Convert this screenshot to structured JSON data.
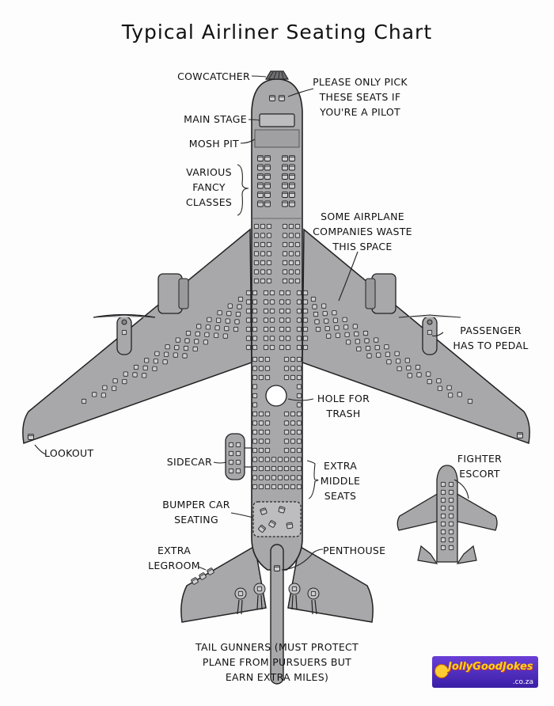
{
  "title": "Typical Airliner Seating Chart",
  "colors": {
    "fuselage": "#a8a8ab",
    "outline": "#222222",
    "seat": "#cfcfd2",
    "background": "#fdfdfd"
  },
  "labels": {
    "cowcatcher": "Cowcatcher",
    "pilot_seats": "Please only pick\nthese seats if\nyou're a pilot",
    "main_stage": "Main stage",
    "mosh_pit": "Mosh pit",
    "fancy_classes": "Various\nfancy\nclasses",
    "waste_space": "Some airplane\ncompanies waste\nthis space",
    "pedal": "Passenger\nhas to pedal",
    "lookout": "Lookout",
    "hole": "Hole for\ntrash",
    "sidecar": "Sidecar",
    "extra_middle": "Extra\nmiddle\nseats",
    "fighter": "Fighter\nescort",
    "bumper": "Bumper car\nseating",
    "penthouse": "Penthouse",
    "legroom": "Extra\nlegroom",
    "tail_gunners": "Tail gunners (must protect\nplane from pursuers but\nearn extra miles)"
  },
  "watermark": {
    "brand": "JollyGoodJokes",
    "domain": ".co.za"
  }
}
